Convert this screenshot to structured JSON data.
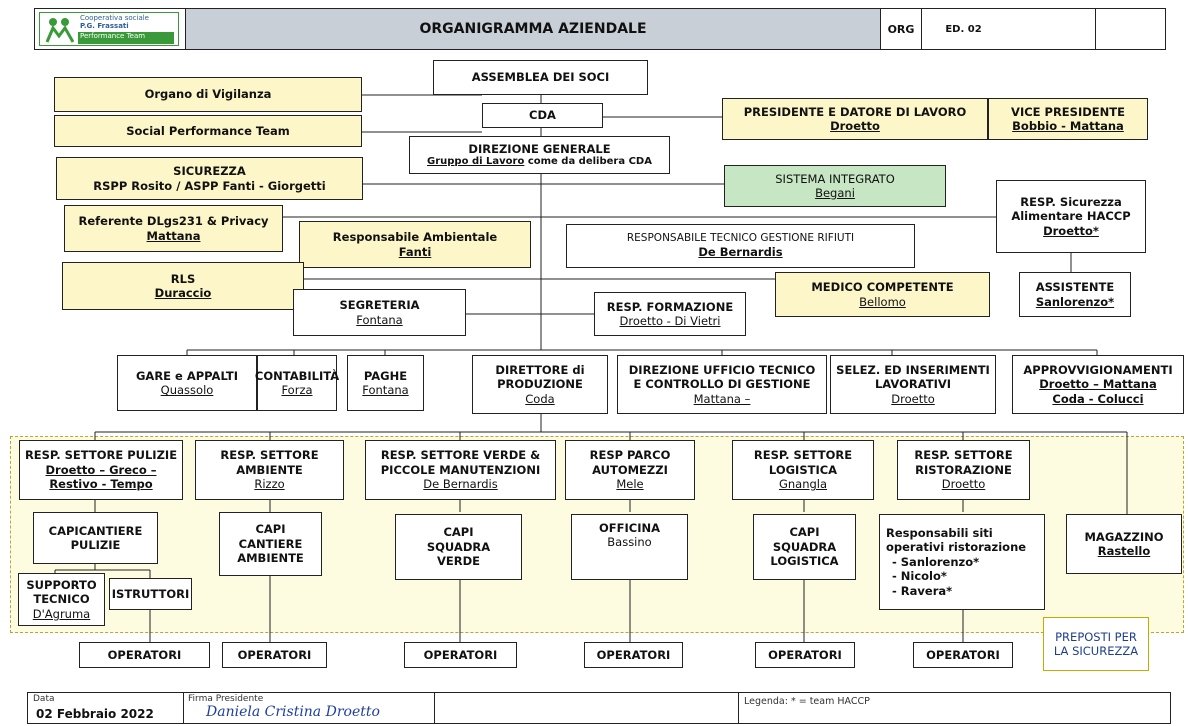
{
  "header": {
    "logo_line1": "Cooperativa sociale",
    "logo_line2": "P.G. Frassati",
    "logo_line3": "Performance Team",
    "title": "ORGANIGRAMMA AZIENDALE",
    "code": "ORG",
    "edition": "ED. 02"
  },
  "top": {
    "assemblea": "ASSEMBLEA DEI SOCI",
    "cda": "CDA",
    "direzione_title": "DIREZIONE GENERALE",
    "direzione_sub_link": "Gruppo di Lavoro",
    "direzione_sub_rest": "come da delibera CDA",
    "vigilanza": "Organo di Vigilanza",
    "social": "Social Performance Team",
    "sicurezza_title": "SICUREZZA",
    "sicurezza_names": "RSPP Rosito / ASPP Fanti - Giorgetti",
    "presidente_title": "PRESIDENTE E DATORE DI LAVORO",
    "presidente_name": "Droetto",
    "vice_title": "VICE PRESIDENTE",
    "vice_name": "Bobbio - Mattana",
    "sistema_title": "SISTEMA INTEGRATO",
    "sistema_name": "Begani",
    "referente_title": "Referente DLgs231 & Privacy",
    "referente_name": "Mattana",
    "ambientale_title": "Responsabile Ambientale",
    "ambientale_name": "Fanti",
    "rifiuti_title": "RESPONSABILE TECNICO GESTIONE RIFIUTI",
    "rifiuti_name": "De Bernardis",
    "haccp_l1": "RESP. Sicurezza",
    "haccp_l2": "Alimentare HACCP",
    "haccp_name": "Droetto*",
    "rls_title": "RLS",
    "rls_name": "Duraccio",
    "medico_title": "MEDICO COMPETENTE",
    "medico_name": "Bellomo",
    "assistente_title": "ASSISTENTE",
    "assistente_name": "Sanlorenzo*",
    "segreteria_title": "SEGRETERIA",
    "segreteria_name": "Fontana",
    "formazione_title": "RESP. FORMAZIONE",
    "formazione_name": "Droetto - Di Vietri"
  },
  "departments": {
    "gare_title": "GARE e APPALTI",
    "gare_name": "Quassolo",
    "contabilita_title": "CONTABILITÀ",
    "contabilita_name": "Forza",
    "paghe_title": "PAGHE",
    "paghe_name": "Fontana",
    "produzione_l1": "DIRETTORE di",
    "produzione_l2": "PRODUZIONE",
    "produzione_name": "Coda",
    "ufficio_l1": "DIREZIONE UFFICIO TECNICO",
    "ufficio_l2": "E CONTROLLO DI GESTIONE",
    "ufficio_name": "Mattana –",
    "selez_l1": "SELEZ. ED INSERIMENTI",
    "selez_l2": "LAVORATIVI",
    "selez_name": "Droetto",
    "approv_title": "APPROVVIGIONAMENTI",
    "approv_name1": "Droetto – Mattana",
    "approv_name2": "Coda - Colucci"
  },
  "sectors": {
    "pulizie_l1": "RESP. SETTORE PULIZIE",
    "pulizie_n1": "Droetto – Greco –",
    "pulizie_n2": "Restivo - Tempo",
    "ambiente_l1": "RESP. SETTORE",
    "ambiente_l2": "AMBIENTE",
    "ambiente_name": "Rizzo",
    "verde_l1": "RESP. SETTORE VERDE &",
    "verde_l2": "PICCOLE MANUTENZIONI",
    "verde_name": "De Bernardis",
    "parco_l1": "RESP PARCO",
    "parco_l2": "AUTOMEZZI",
    "parco_name": "Mele",
    "logistica_l1": "RESP. SETTORE",
    "logistica_l2": "LOGISTICA",
    "logistica_name": "Gnangla",
    "ristorazione_l1": "RESP. SETTORE",
    "ristorazione_l2": "RISTORAZIONE",
    "ristorazione_name": "Droetto"
  },
  "units": {
    "capicantiere_l1": "CAPICANTIERE",
    "capicantiere_l2": "PULIZIE",
    "supporto_l1": "SUPPORTO",
    "supporto_l2": "TECNICO",
    "supporto_name": "D'Agruma",
    "istruttori": "ISTRUTTORI",
    "capi_amb_l1": "CAPI",
    "capi_amb_l2": "CANTIERE",
    "capi_amb_l3": "AMBIENTE",
    "capi_verde_l1": "CAPI",
    "capi_verde_l2": "SQUADRA",
    "capi_verde_l3": "VERDE",
    "officina_title": "OFFICINA",
    "officina_name": "Bassino",
    "capi_log_l1": "CAPI",
    "capi_log_l2": "SQUADRA",
    "capi_log_l3": "LOGISTICA",
    "siti_l1": "Responsabili siti",
    "siti_l2": "operativi ristorazione",
    "siti_n1": "- Sanlorenzo*",
    "siti_n2": "- Nicolo*",
    "siti_n3": "- Ravera*",
    "magazzino_title": "MAGAZZINO",
    "magazzino_name": "Rastello"
  },
  "operatori": [
    "OPERATORI",
    "OPERATORI",
    "OPERATORI",
    "OPERATORI",
    "OPERATORI",
    "OPERATORI"
  ],
  "preposti_l1": "PREPOSTI PER",
  "preposti_l2": "LA SICUREZZA",
  "footer": {
    "data_label": "Data",
    "data_value": "02 Febbraio 2022",
    "firma_label": "Firma Presidente",
    "firma_value": "Daniela Cristina Droetto",
    "legenda": "Legenda: * = team HACCP"
  },
  "colors": {
    "yellow_box": "#fcf6c8",
    "green_box": "#c6e6c4",
    "header_title_bg": "#c9cfd6",
    "dashed_area": "#fdfbe0",
    "dashed_border": "#b9a63a",
    "logo_green": "#3a9a3a",
    "preposti_border": "#c9a800",
    "signature_blue": "#1c3fa0"
  }
}
